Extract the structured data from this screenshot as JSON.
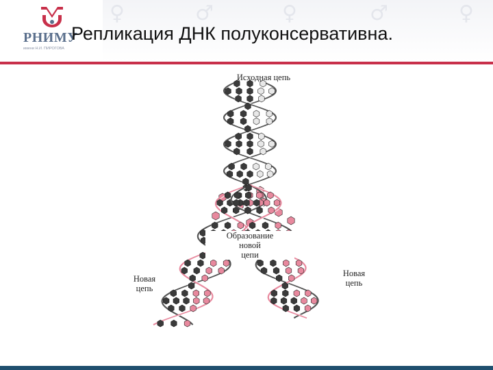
{
  "slide": {
    "title": "Репликация ДНК полуконсервативна."
  },
  "logo": {
    "name": "РНИМУ",
    "subtitle": "имени Н.И. ПИРОГОВА"
  },
  "figure": {
    "labels": {
      "original_strand": "Исходная цепь",
      "formation_line1": "Образование",
      "formation_line2": "новой",
      "formation_line3": "цепи",
      "new_left_line1": "Новая",
      "new_left_line2": "цепь",
      "new_right_line1": "Новая",
      "new_right_line2": "цепь"
    },
    "colors": {
      "old_strand": "#3a3a3a",
      "new_strand": "#e8899e",
      "backbone": "#555555"
    }
  },
  "theme": {
    "accent": "#c8304a",
    "footer": "#1f4f6e"
  }
}
